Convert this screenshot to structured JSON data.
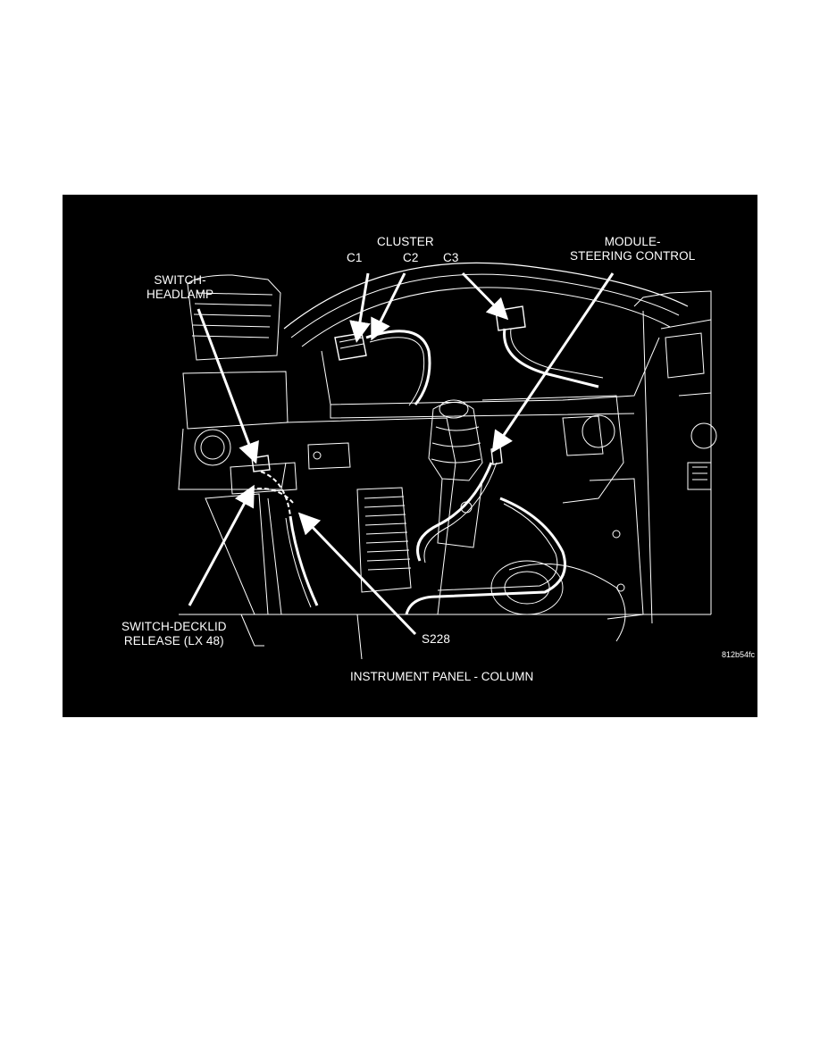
{
  "figure": {
    "caption": "INSTRUMENT PANEL - COLUMN",
    "figure_code": "812b54fc",
    "colors": {
      "background": "#000000",
      "lines": "#ffffff",
      "page": "#ffffff"
    },
    "callouts": {
      "cluster": {
        "title": "CLUSTER",
        "c1": "C1",
        "c2": "C2",
        "c3": "C3"
      },
      "module": {
        "line1": "MODULE-",
        "line2": "STEERING CONTROL"
      },
      "headlamp": {
        "line1": "SWITCH-",
        "line2": "HEADLAMP"
      },
      "decklid": {
        "line1": "SWITCH-DECKLID",
        "line2": "RELEASE (LX 48)"
      },
      "splice": {
        "label": "S228"
      }
    }
  }
}
